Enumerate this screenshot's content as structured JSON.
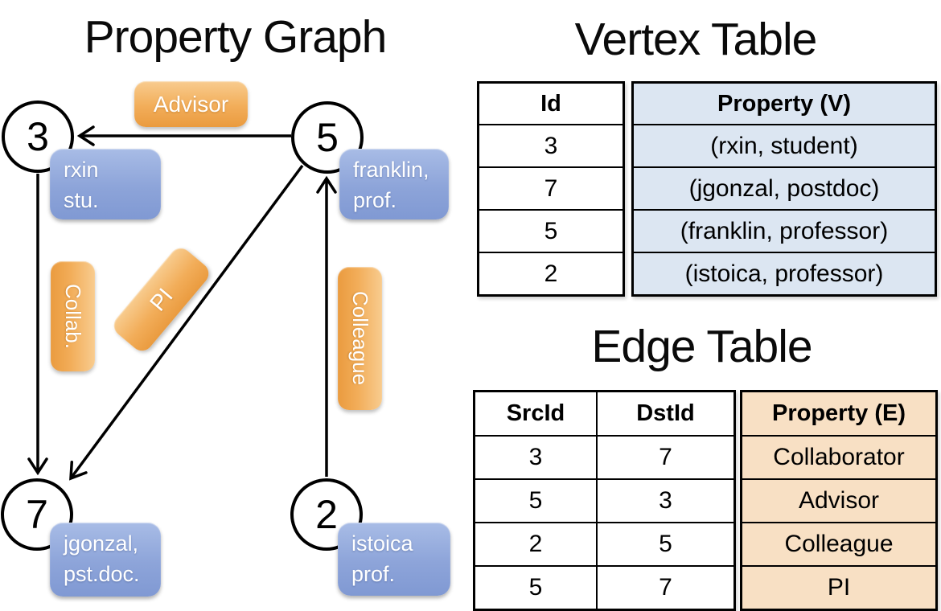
{
  "graph": {
    "title": "Property Graph",
    "nodes": [
      {
        "id": "3",
        "line1": "rxin",
        "line2": "stu."
      },
      {
        "id": "5",
        "line1": "franklin,",
        "line2": "prof."
      },
      {
        "id": "7",
        "line1": "jgonzal,",
        "line2": "pst.doc."
      },
      {
        "id": "2",
        "line1": "istoica",
        "line2": "prof."
      }
    ],
    "edge_labels": {
      "advisor": "Advisor",
      "collab": "Collab.",
      "pi": "PI",
      "colleague": "Colleague"
    }
  },
  "vertex_table": {
    "title": "Vertex Table",
    "headers": {
      "id": "Id",
      "property": "Property (V)"
    },
    "rows": [
      {
        "id": "3",
        "property": "(rxin, student)"
      },
      {
        "id": "7",
        "property": "(jgonzal, postdoc)"
      },
      {
        "id": "5",
        "property": "(franklin, professor)"
      },
      {
        "id": "2",
        "property": "(istoica, professor)"
      }
    ]
  },
  "edge_table": {
    "title": "Edge Table",
    "headers": {
      "src": "SrcId",
      "dst": "DstId",
      "property": "Property (E)"
    },
    "rows": [
      {
        "src": "3",
        "dst": "7",
        "property": "Collaborator"
      },
      {
        "src": "5",
        "dst": "3",
        "property": "Advisor"
      },
      {
        "src": "2",
        "dst": "5",
        "property": "Colleague"
      },
      {
        "src": "5",
        "dst": "7",
        "property": "PI"
      }
    ]
  },
  "colors": {
    "edge_label_orange_light": "#F8CC8F",
    "edge_label_orange_dark": "#EA9B3F",
    "vertex_box_blue_light": "#A8BCE6",
    "vertex_box_blue_dark": "#8099D3",
    "vertex_table_cell_bg": "#DCE6F2",
    "edge_table_cell_bg": "#F8E0C4",
    "table_border": "#000000",
    "edge_line": "#000000"
  }
}
